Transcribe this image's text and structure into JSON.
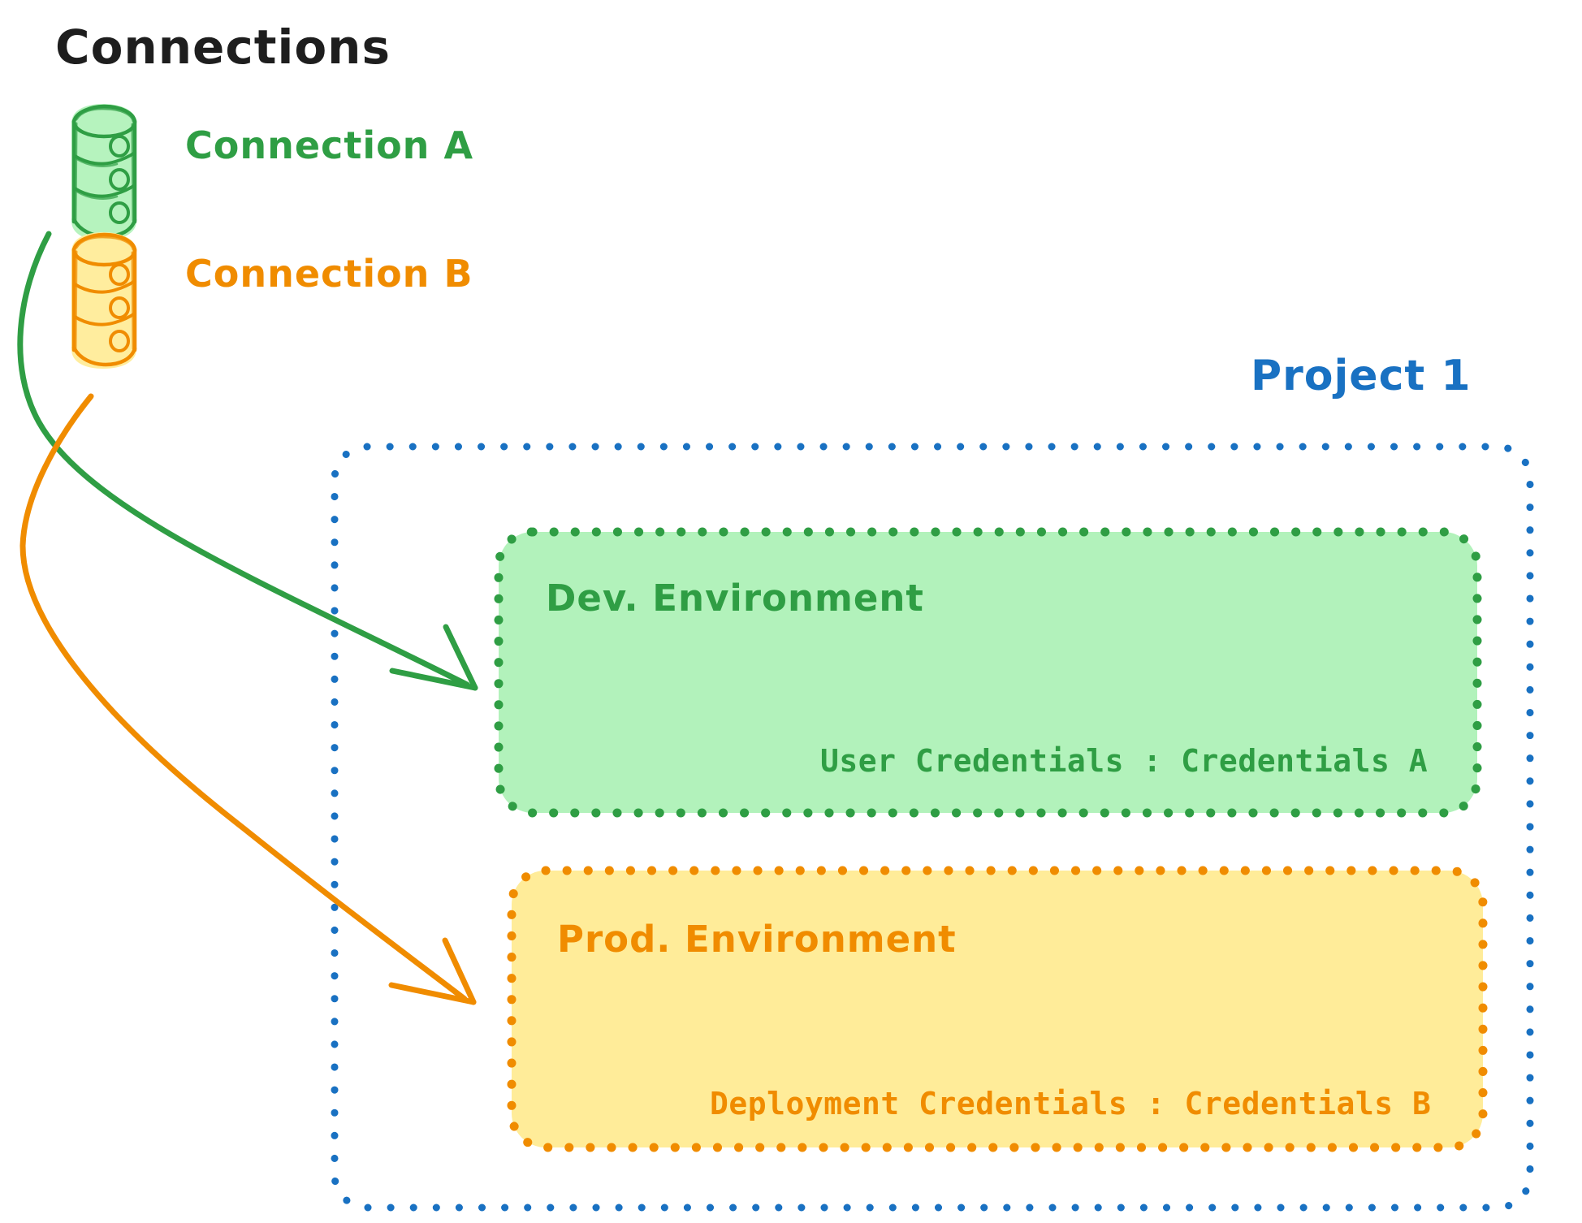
{
  "title": "Connections",
  "colors": {
    "black": "#1e1e1e",
    "green_stroke": "#2f9e44",
    "green_fill": "#b2f2bb",
    "orange_stroke": "#f08c00",
    "orange_fill": "#ffec99",
    "blue_stroke": "#1971c2",
    "white": "#ffffff"
  },
  "connections": {
    "heading": "Connections",
    "items": [
      {
        "id": "connection-a",
        "label": "Connection A",
        "icon": "database-cylinder-icon",
        "color": "#2f9e44",
        "fill": "#b2f2bb"
      },
      {
        "id": "connection-b",
        "label": "Connection B",
        "icon": "database-cylinder-icon",
        "color": "#f08c00",
        "fill": "#ffec99"
      }
    ]
  },
  "project": {
    "label": "Project 1",
    "color": "#1971c2",
    "border_style": "dotted",
    "environments": [
      {
        "id": "dev-environment",
        "title": "Dev. Environment",
        "credential_label": "User Credentials",
        "credential_separator": ":",
        "credential_value": "Credentials A",
        "credential_line": "User Credentials : Credentials A",
        "stroke": "#2f9e44",
        "fill": "#b2f2bb",
        "source_connection": "Connection A"
      },
      {
        "id": "prod-environment",
        "title": "Prod. Environment",
        "credential_label": "Deployment Credentials",
        "credential_separator": ":",
        "credential_value": "Credentials B",
        "credential_line": "Deployment Credentials : Credentials B",
        "stroke": "#f08c00",
        "fill": "#ffec99",
        "source_connection": "Connection B"
      }
    ]
  },
  "arrows": [
    {
      "id": "arrow-connection-a-to-dev",
      "from": "Connection A",
      "to": "Dev. Environment",
      "color": "#2f9e44"
    },
    {
      "id": "arrow-connection-b-to-prod",
      "from": "Connection B",
      "to": "Prod. Environment",
      "color": "#f08c00"
    }
  ]
}
